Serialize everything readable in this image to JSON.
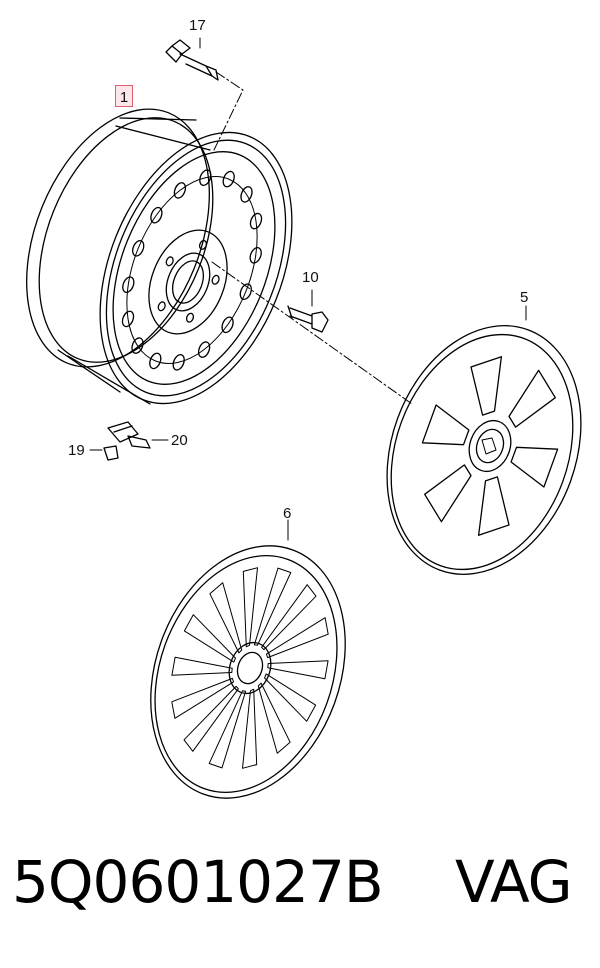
{
  "callouts": {
    "wheel": "1",
    "valve": "17",
    "bolt": "10",
    "hubcap_a": "5",
    "hubcap_b": "6",
    "clip_small": "19",
    "clip_large": "20"
  },
  "footer": {
    "part_number": "5Q0601027B",
    "brand": "VAG"
  },
  "highlight": {
    "box_fill": "#fde6ea",
    "box_border": "#e0626e"
  }
}
